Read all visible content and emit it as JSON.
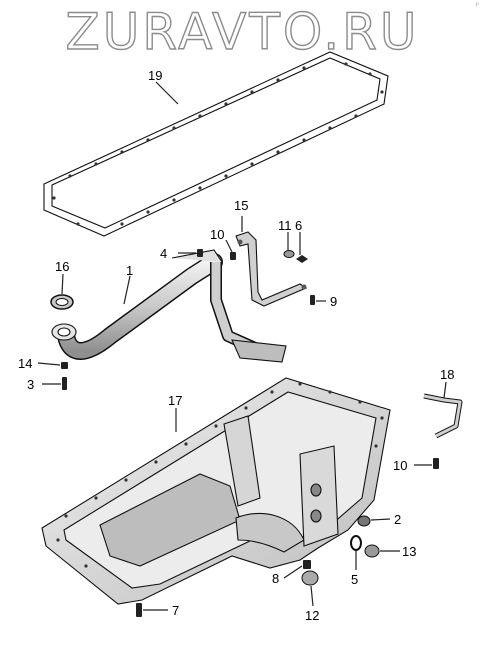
{
  "watermark": "ZURAVTO.RU",
  "corner_mark": "P",
  "colors": {
    "part_fill": "#dadada",
    "part_shade": "#b4b4b4",
    "line": "#111111",
    "background": "#ffffff"
  },
  "callouts": {
    "c1": "1",
    "c2": "2",
    "c3": "3",
    "c4": "4",
    "c5": "5",
    "c6": "6",
    "c7": "7",
    "c8": "8",
    "c9": "9",
    "c10a": "10",
    "c10b": "10",
    "c11": "11",
    "c12": "12",
    "c13": "13",
    "c14": "14",
    "c15": "15",
    "c16a": "16",
    "c17": "17",
    "c18": "18",
    "c19": "19"
  }
}
